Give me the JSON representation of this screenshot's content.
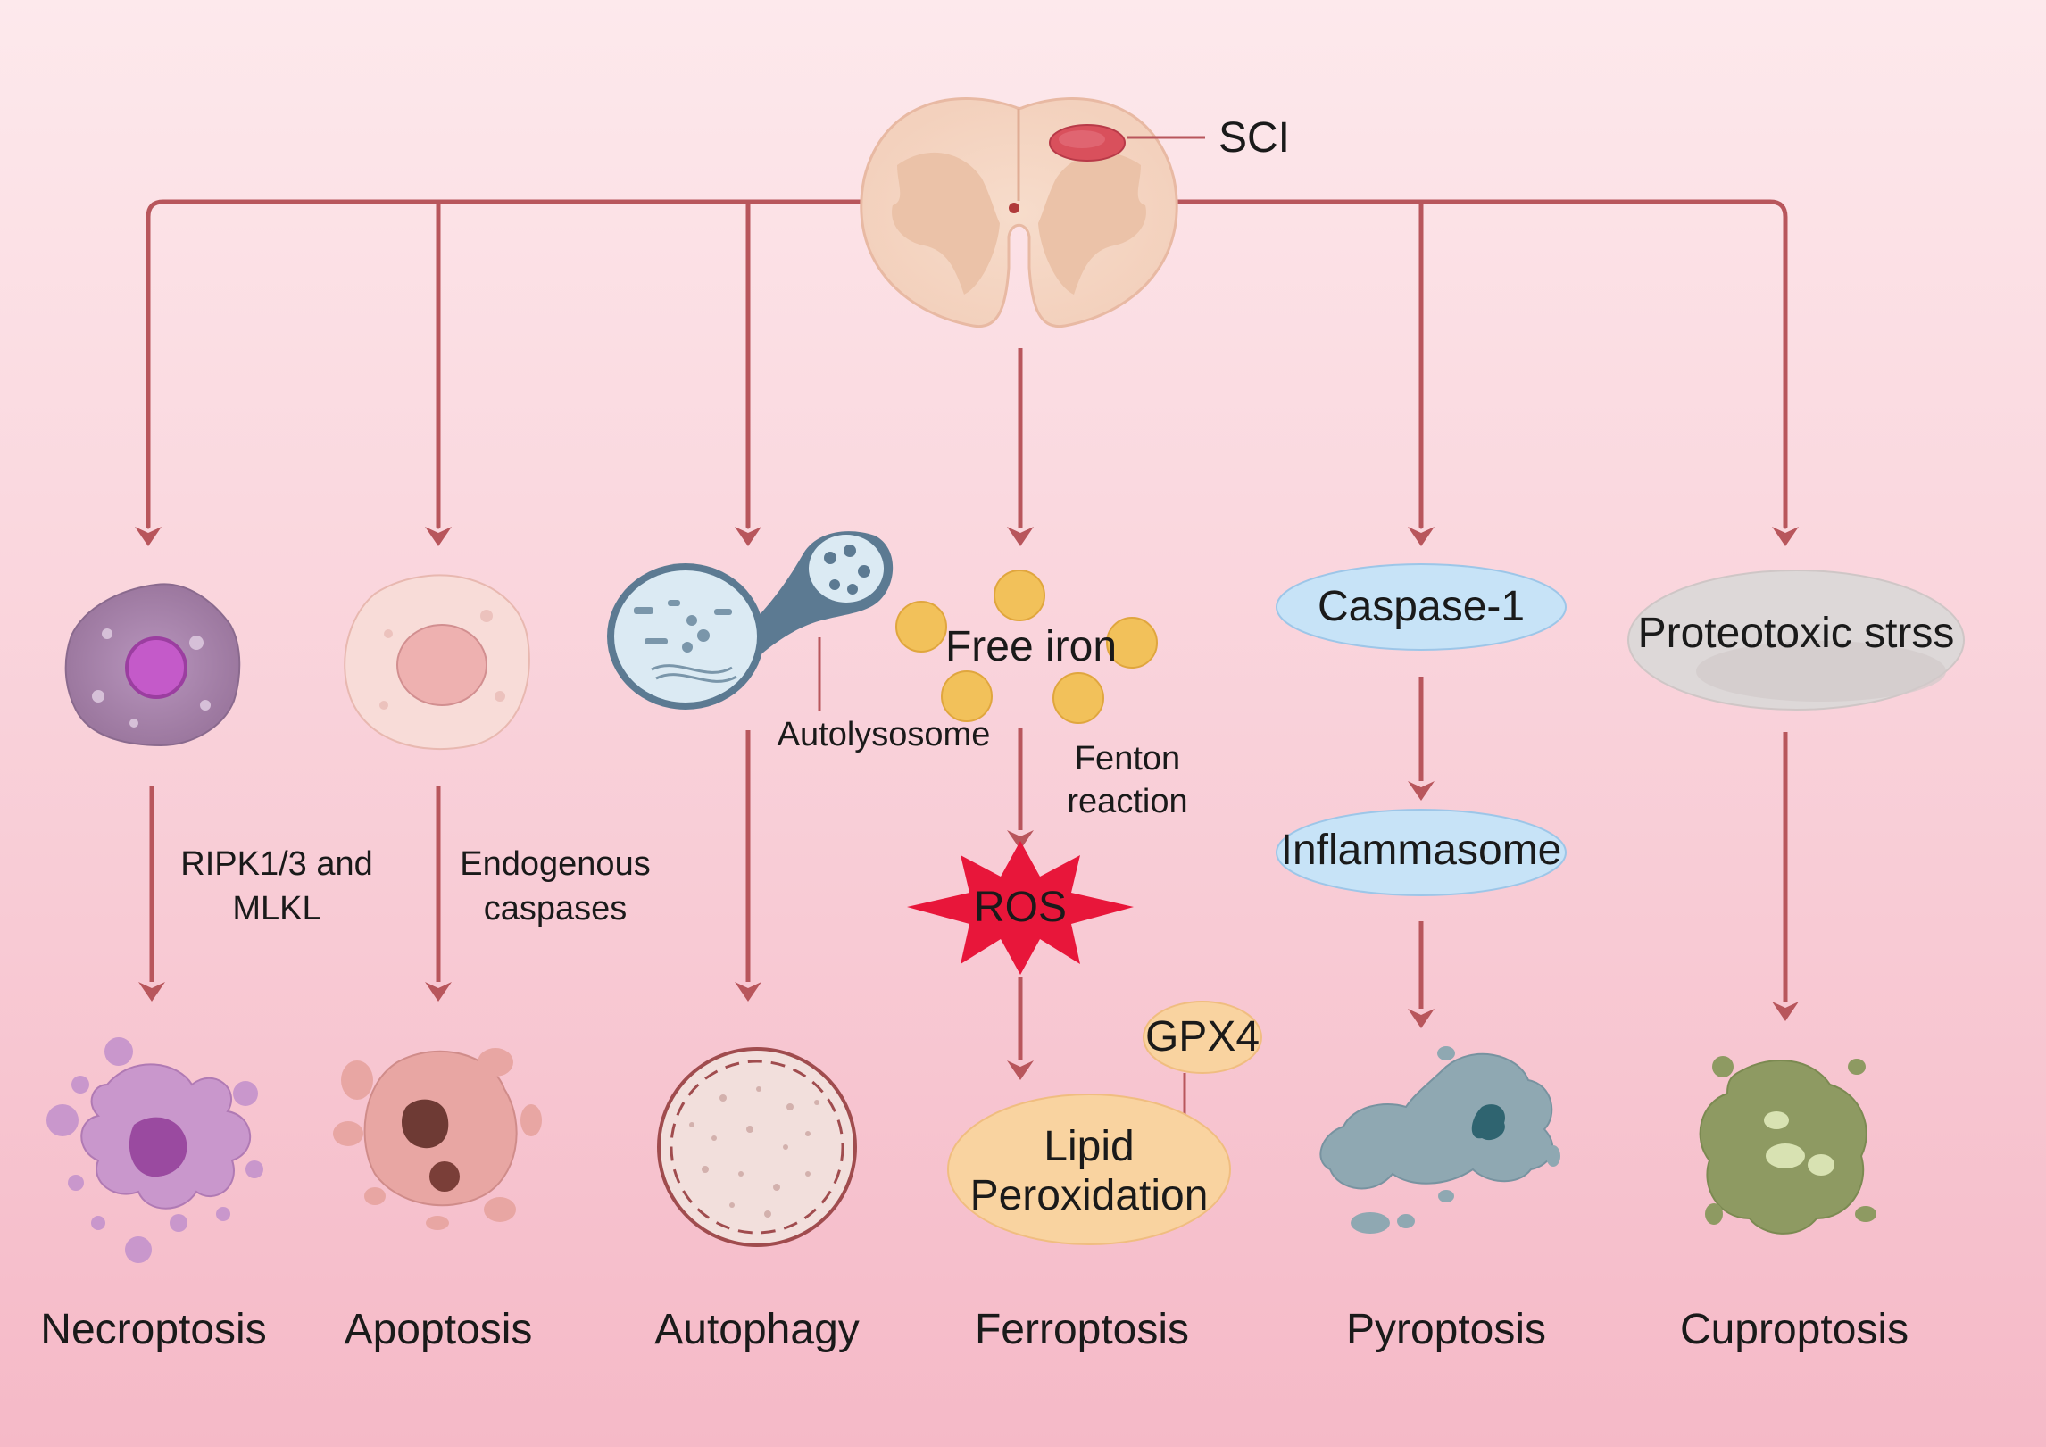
{
  "injury": {
    "label": "SCI"
  },
  "pathways": {
    "necroptosis": {
      "label": "Necroptosis",
      "mediator_lines": [
        "RIPK1/3 and",
        "MLKL"
      ]
    },
    "apoptosis": {
      "label": "Apoptosis",
      "mediator_lines": [
        "Endogenous",
        "caspases"
      ]
    },
    "autophagy": {
      "label": "Autophagy",
      "organelle_label": "Autolysosome"
    },
    "ferroptosis": {
      "label": "Ferroptosis",
      "free_iron": "Free iron",
      "fenton_lines": [
        "Fenton",
        "reaction"
      ],
      "ros": "ROS",
      "gpx4": "GPX4",
      "lipid_lines": [
        "Lipid",
        "Peroxidation"
      ]
    },
    "pyroptosis": {
      "label": "Pyroptosis",
      "step1": "Caspase-1",
      "step2": "Inflammasome"
    },
    "cuproptosis": {
      "label": "Cuproptosis",
      "trigger": "Proteotoxic strss"
    }
  },
  "colors": {
    "arrow": "#b8565c",
    "background_top": "#fde9ec",
    "background_bottom": "#f5b8c6",
    "ros_star": "#e8163a",
    "iron": "#f2c15a",
    "blue_oval": "#c7e3f7",
    "lipid_oval": "#f9d3a0"
  }
}
